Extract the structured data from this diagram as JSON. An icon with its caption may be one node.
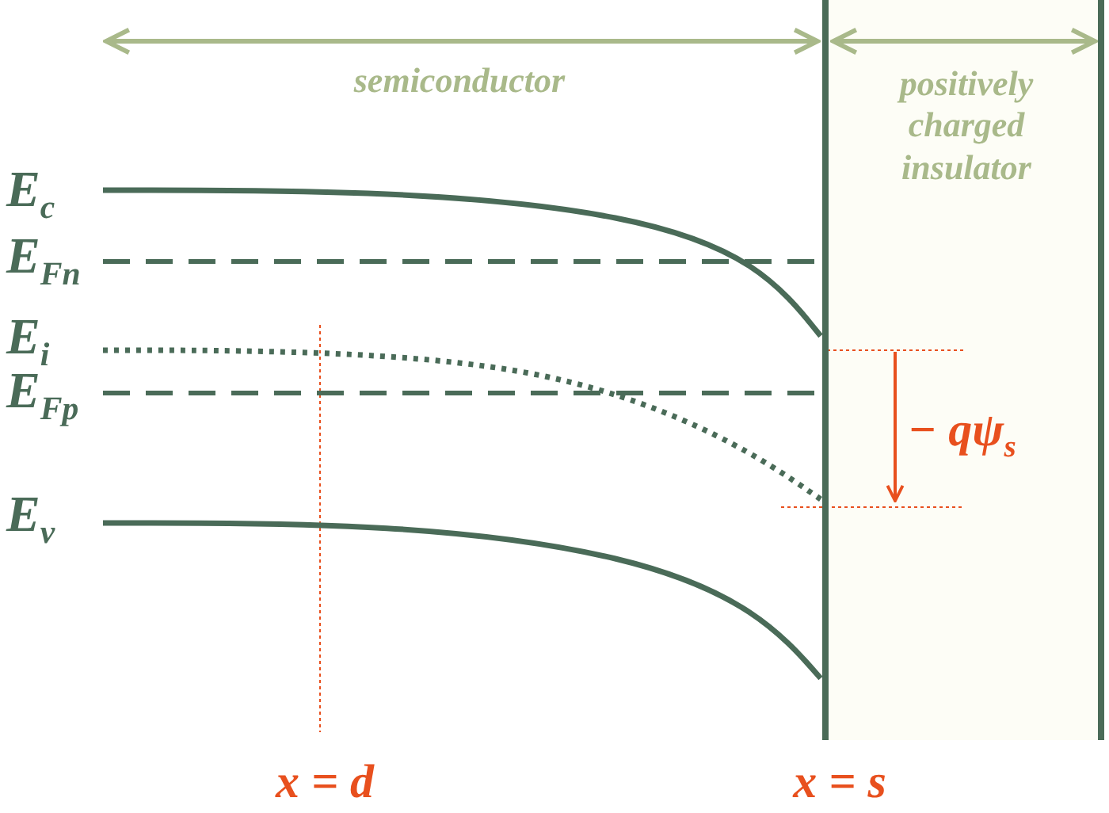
{
  "diagram": {
    "labels": [
      "semiconductor",
      "positively charged insulator",
      "E$_{c}$",
      "E$_{Fn}$",
      "E$_{i}$",
      "E$_{Fp}$",
      "E$_{v}$",
      "− qψ$_{s}$",
      "x = d",
      "x = s"
    ]
  }
}
